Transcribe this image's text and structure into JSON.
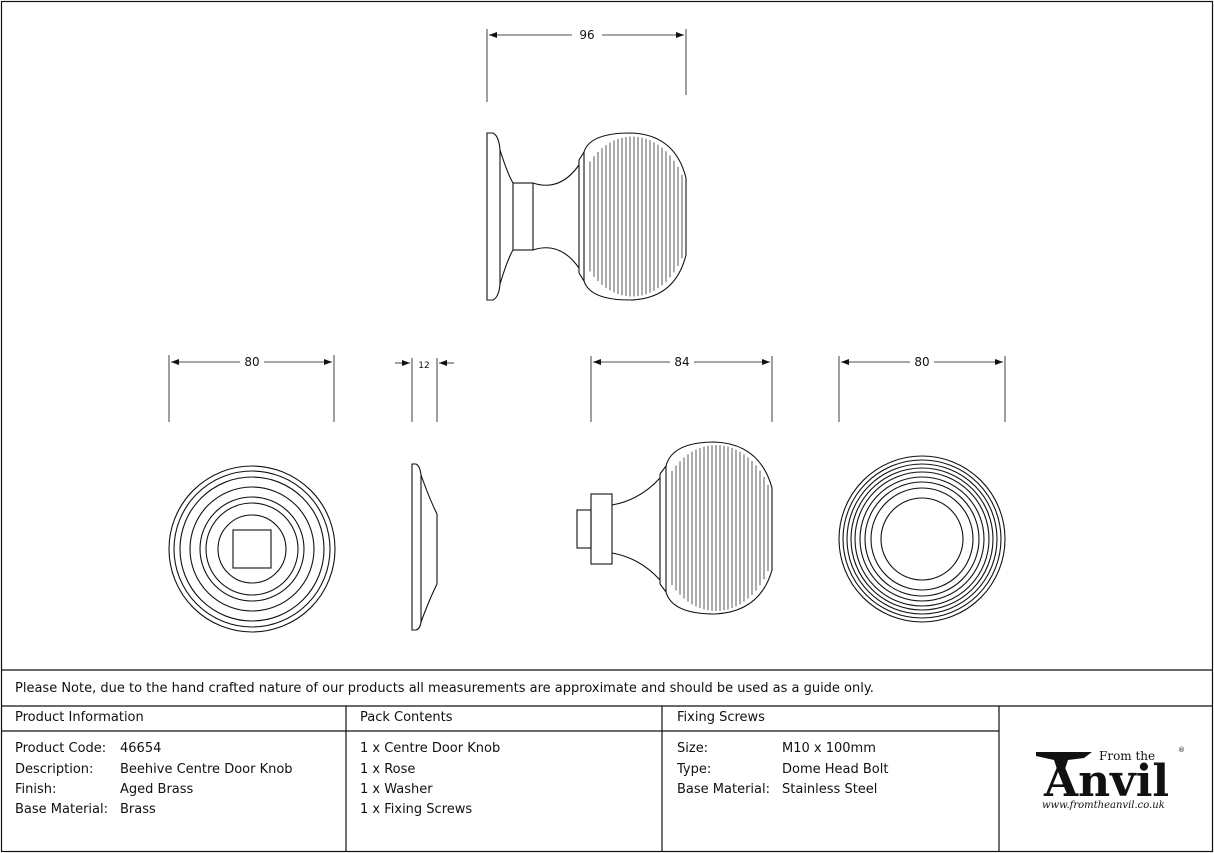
{
  "dimensions": {
    "side_width": "96",
    "rose_width": "80",
    "rose_depth": "12",
    "knob_width": "84",
    "back_width": "80"
  },
  "note": "Please Note, due to the hand crafted nature of our products all measurements are approximate and should be used as a guide only.",
  "product_info": {
    "heading": "Product Information",
    "rows": [
      {
        "label": "Product Code:",
        "value": "46654"
      },
      {
        "label": "Description:",
        "value": "Beehive Centre Door Knob"
      },
      {
        "label": "Finish:",
        "value": "Aged Brass"
      },
      {
        "label": "Base Material:",
        "value": "Brass"
      }
    ]
  },
  "pack_contents": {
    "heading": "Pack Contents",
    "items": [
      "1 x Centre Door Knob",
      "1 x Rose",
      "1 x Washer",
      "1 x Fixing Screws"
    ]
  },
  "fixing_screws": {
    "heading": "Fixing Screws",
    "rows": [
      {
        "label": "Size:",
        "value": "M10 x 100mm"
      },
      {
        "label": "Type:",
        "value": "Dome Head Bolt"
      },
      {
        "label": "Base Material:",
        "value": "Stainless Steel"
      }
    ]
  },
  "logo": {
    "from": "From the",
    "name": "Anvil",
    "reg": "®",
    "url": "www.fromtheanvil.co.uk"
  }
}
